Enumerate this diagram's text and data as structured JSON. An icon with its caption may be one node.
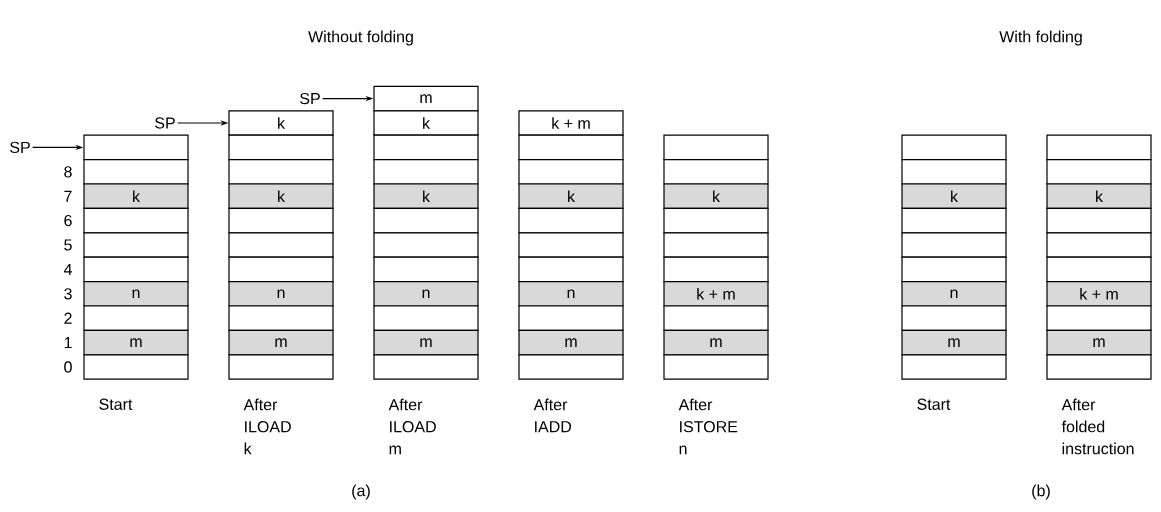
{
  "diagram": {
    "nodes": [
      {
        "text": [],
        "shape": "box"
      },
      {
        "text": [],
        "shape": "box"
      },
      {
        "text": [
          "k"
        ]
      },
      {
        "text": [],
        "shape": "box"
      },
      {
        "text": [],
        "shape": "box"
      },
      {
        "text": [],
        "shape": "box"
      },
      {
        "text": [
          "n"
        ]
      },
      {
        "text": [],
        "shape": "box"
      },
      {
        "text": [
          "m"
        ]
      },
      {
        "text": [],
        "shape": "box"
      },
      {
        "text": [
          "k"
        ]
      },
      {
        "text": [],
        "shape": "box"
      },
      {
        "text": [],
        "shape": "box"
      },
      {
        "text": [
          "k"
        ]
      },
      {
        "text": [],
        "shape": "box"
      },
      {
        "text": [],
        "shape": "box"
      },
      {
        "text": [],
        "shape": "box"
      },
      {
        "text": [
          "n"
        ]
      },
      {
        "text": [],
        "shape": "box"
      },
      {
        "text": [
          "m"
        ]
      },
      {
        "text": [],
        "shape": "box"
      },
      {
        "text": [
          "m"
        ]
      },
      {
        "text": [
          "k"
        ]
      },
      {
        "text": [],
        "shape": "box"
      },
      {
        "text": [],
        "shape": "box"
      },
      {
        "text": [
          "k"
        ]
      },
      {
        "text": [],
        "shape": "box"
      },
      {
        "text": [],
        "shape": "box"
      },
      {
        "text": [],
        "shape": "box"
      },
      {
        "text": [
          "n"
        ]
      },
      {
        "text": [],
        "shape": "box"
      },
      {
        "text": [
          "m"
        ]
      },
      {
        "text": [],
        "shape": "box"
      },
      {
        "text": [
          "k + m"
        ]
      },
      {
        "text": [],
        "shape": "box"
      },
      {
        "text": [],
        "shape": "box"
      },
      {
        "text": [
          "k"
        ]
      },
      {
        "text": [],
        "shape": "box"
      },
      {
        "text": [],
        "shape": "box"
      },
      {
        "text": [],
        "shape": "box"
      },
      {
        "text": [
          "n"
        ]
      },
      {
        "text": [],
        "shape": "box"
      },
      {
        "text": [
          "m"
        ]
      },
      {
        "text": [],
        "shape": "box"
      },
      {
        "text": [],
        "shape": "box"
      },
      {
        "text": [],
        "shape": "box"
      },
      {
        "text": [
          "k"
        ]
      },
      {
        "text": [],
        "shape": "box"
      },
      {
        "text": [],
        "shape": "box"
      },
      {
        "text": [],
        "shape": "box"
      },
      {
        "text": [
          "k + m"
        ]
      },
      {
        "text": [],
        "shape": "box"
      },
      {
        "text": [
          "m"
        ]
      },
      {
        "text": [],
        "shape": "box"
      },
      {
        "text": [],
        "shape": "box"
      },
      {
        "text": [],
        "shape": "box"
      },
      {
        "text": [
          "k"
        ]
      },
      {
        "text": [],
        "shape": "box"
      },
      {
        "text": [],
        "shape": "box"
      },
      {
        "text": [],
        "shape": "box"
      },
      {
        "text": [
          "n"
        ]
      },
      {
        "text": [],
        "shape": "box"
      },
      {
        "text": [
          "m"
        ]
      },
      {
        "text": [],
        "shape": "box"
      },
      {
        "text": [],
        "shape": "box"
      },
      {
        "text": [],
        "shape": "box"
      },
      {
        "text": [
          "k"
        ]
      },
      {
        "text": [],
        "shape": "box"
      },
      {
        "text": [],
        "shape": "box"
      },
      {
        "text": [],
        "shape": "box"
      },
      {
        "text": [
          "k + m"
        ]
      },
      {
        "text": [],
        "shape": "box"
      },
      {
        "text": [
          "m"
        ]
      },
      {
        "text": [],
        "shape": "box"
      },
      {
        "text": [
          "SP"
        ]
      },
      {
        "text": [
          "SP"
        ]
      },
      {
        "text": [
          "SP"
        ]
      }
    ],
    "edges": [
      {
        "from": 74,
        "to": 0,
        "arrow": "to"
      },
      {
        "from": 75,
        "to": 10,
        "arrow": "to"
      },
      {
        "from": 76,
        "to": 21,
        "arrow": "to"
      }
    ],
    "labels": [
      "Without folding",
      "With folding",
      "8",
      "7",
      "6",
      "5",
      "4",
      "3",
      "2",
      "1",
      "0",
      "Start",
      "After ILOAD k",
      "After ILOAD m",
      "After IADD",
      "After ISTORE n",
      "Start",
      "After folded instruction",
      "(a)",
      "(b)"
    ]
  }
}
